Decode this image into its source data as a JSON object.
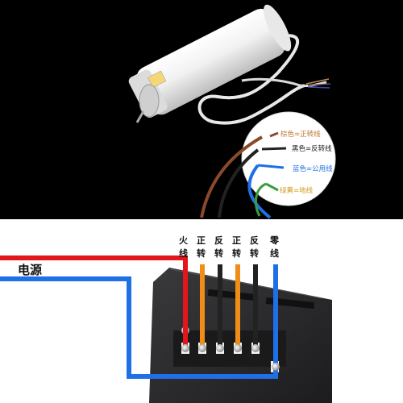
{
  "legend": {
    "brown": "棕色=正转线",
    "black": "黑色=反转线",
    "blue": "蓝色=公用线",
    "green": "绿黄=地线"
  },
  "power_label": "电源",
  "terminals": [
    {
      "top": "火",
      "bottom": "线",
      "wire": "red"
    },
    {
      "top": "正",
      "bottom": "转",
      "wire": "orange"
    },
    {
      "top": "反",
      "bottom": "转",
      "wire": "black"
    },
    {
      "top": "正",
      "bottom": "转",
      "wire": "orange"
    },
    {
      "top": "反",
      "bottom": "转",
      "wire": "black"
    },
    {
      "top": "零",
      "bottom": "线",
      "wire": "blue"
    }
  ],
  "colors": {
    "live": "#e3161b",
    "neutral": "#1f6fe6",
    "forward": "#f08c18",
    "reverse": "#222222",
    "brown": "#8a4a2a",
    "green": "#3c9e3a",
    "yellow": "#d9c21a",
    "panel": "#2a2a2c",
    "background_top": "#000000"
  }
}
